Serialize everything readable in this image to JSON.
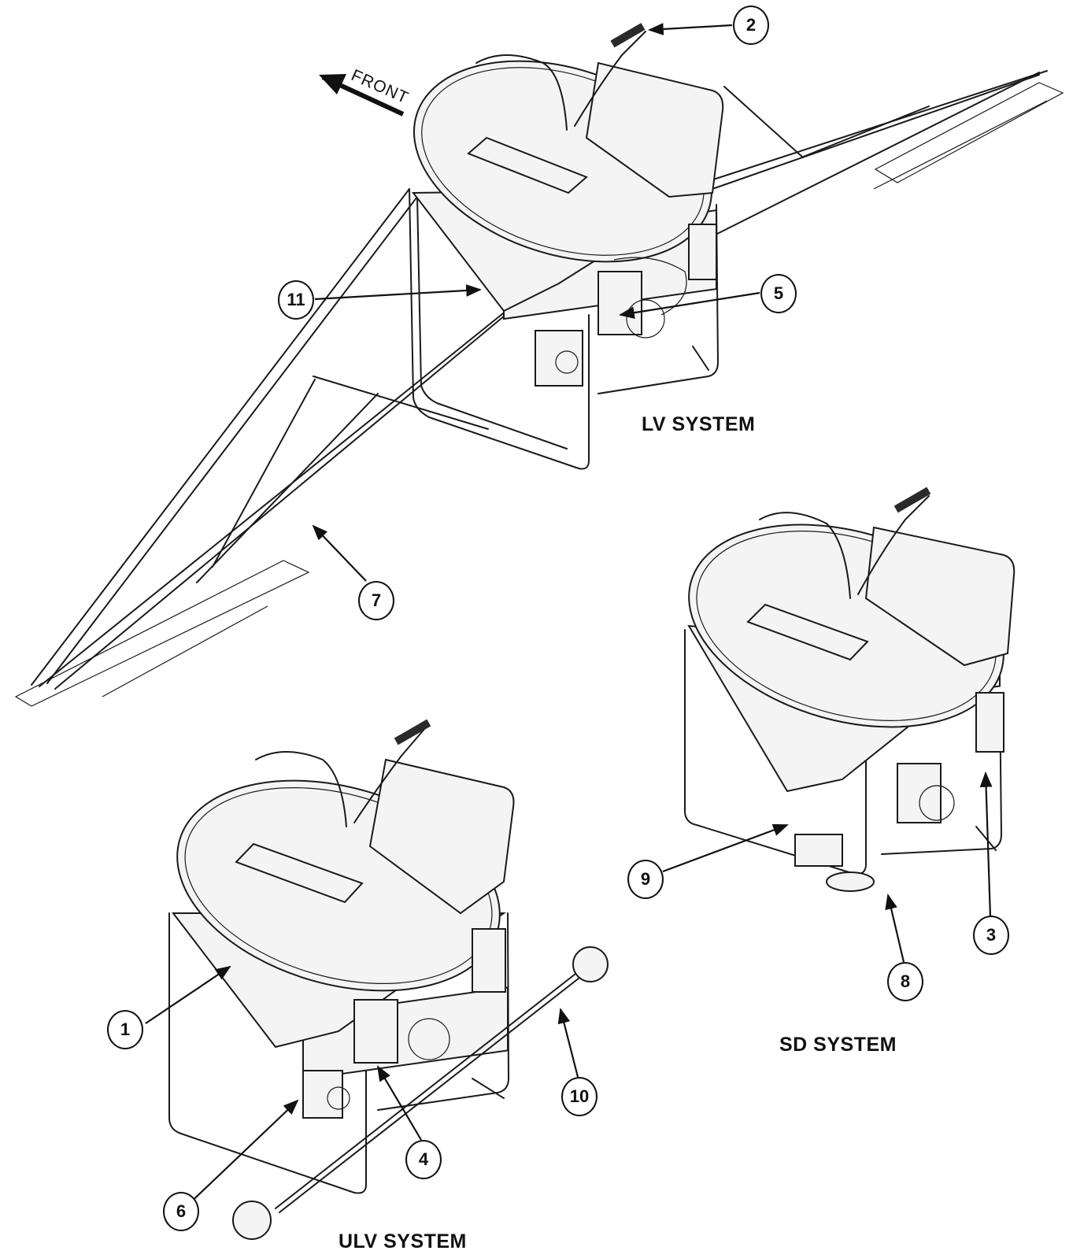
{
  "labels": {
    "front": "FRONT",
    "lv_system": "LV SYSTEM",
    "sd_system": "SD SYSTEM",
    "ulv_system": "ULV SYSTEM"
  },
  "callouts": {
    "c1": "1",
    "c2": "2",
    "c3": "3",
    "c4": "4",
    "c5": "5",
    "c6": "6",
    "c7": "7",
    "c8": "8",
    "c9": "9",
    "c10": "10",
    "c11": "11"
  }
}
